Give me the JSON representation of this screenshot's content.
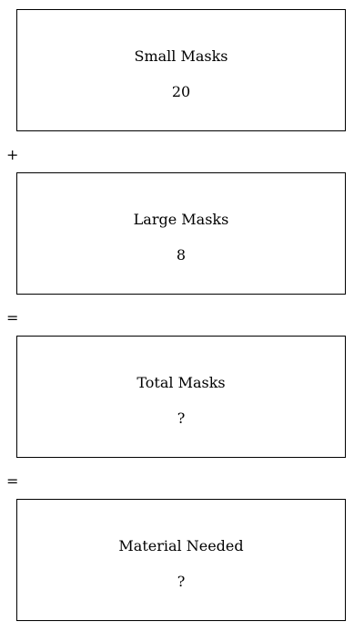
{
  "boxes": [
    {
      "title": "Small Masks",
      "value": "20"
    },
    {
      "title": "Large Masks",
      "value": "8"
    },
    {
      "title": "Total Masks",
      "value": "?"
    },
    {
      "title": "Material Needed",
      "value": "?"
    }
  ],
  "operators": [
    "+",
    "=",
    "="
  ]
}
